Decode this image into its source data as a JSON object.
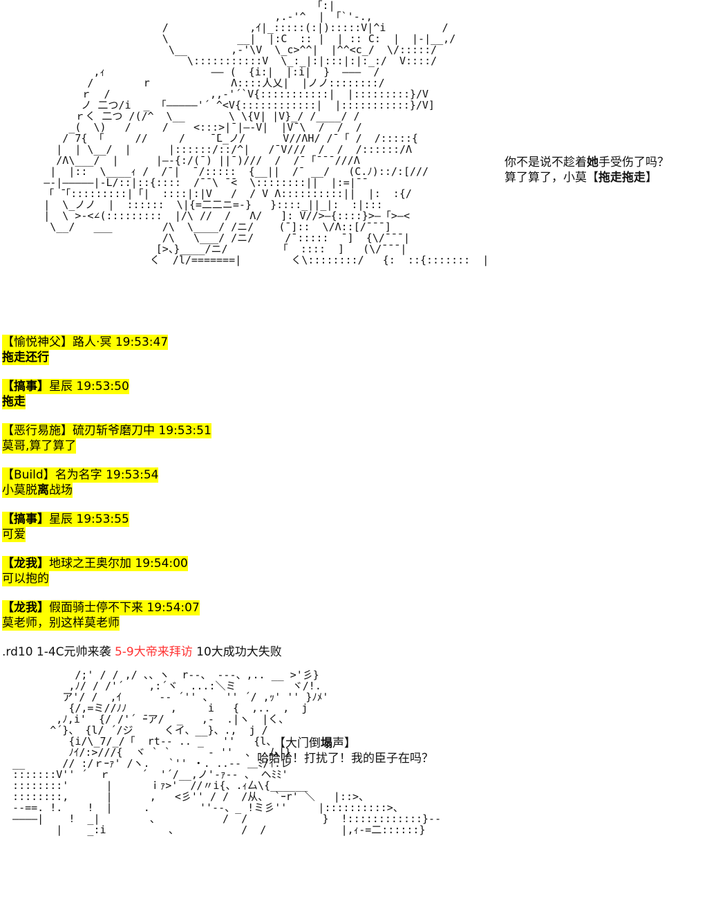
{
  "aa_top": "                                                  「:|\n                                            ,.‐'^  | 「`'‐.,\n                          /             ,ｲ|_:::::(:|):::::V|^i         /\n                          \\           __|  |:C  :: |  | :: C:  |  |-|__,/\n                           \\__       ,-'\\V  \\_c>^^|  |^^<c_/  \\/:::::/\n                              \\:::::::::::V  \\_:_|:|:::|:|:_:/  V::::/\n               ,ｨ                 ―― (  {i:|  |:i|  }  ―――  /\n              /        r             Λ::::人乂|  |ノノ::::::::/\n             ｒ  /                ,,‐'´`V{:::::::::::|  |:::::::::}/V\n             ノ 二つ/i  _ 「―――――'´ ^<V{::::::::::::|  |:::::::::::}/V]\n            ｒく 二つ /(/^  \\__       \\ \\{V| |V}_/ /____/ /\n           _(  \\)   /     /    <:::>|¯|―‐V|  |V¯\\  /  /  /\n          / 7{ 「     //     /    ̄ ̄L_ノ/      V//ΛH/ /¯「 /  /:::::{\n         |  | \\__/  |      |::::::/::/^|   /¯V///  /  /  /::::::/Λ\n         /Λ\\___/  |      |―‐{:/(¯) ||¯)///  /  /¯「¯¯¯///Λ\n        |  |::  \\____ｨ /  /¯|  ̄ /:::::  {__||  /¯ __/   (C.ﾉ)::/:[///\n       ―‐|―――――|-L/::|::{::::  /¯¯\\ ̄ ̄<  \\::::::::||  |:=|¯¯\n       「 ̄「:::::::::|「|  ::::|:|V   /  / V Λ::::::::::||  |:  :{/\n       |  \\_ノノ  |  ::::::  \\|{=二二ニ=-}   }::::_||_|:  :|:::\n       |  \\ >-<∠(:::::::::  |/\\ //  /   Λ/   ]: V//>―{::::}>―「>―<\n        \\__/   ___        /\\  \\____/ /ニ/    (¯]::  \\/Λ::[/¯¯¯]\n                          /\\   \\___/ /ニ/     /¯:::::  ¯]  {\\/¯¯¯|\n                         [>、}____/ニ/        「  ::::  ]   (\\/¯¯¯|\n                        く  /l/=======|        く\\::::::::/   {:  ::{:::::::  |",
  "aa_bottom": "            /;' / / ,/ 、、ヽ  r‐-、 ‐‐-、,.. __ >'彡}\n           ,ﾉ/ / /'´    ,:´ヾ  ...:＼ミ         ヾ/!.\n          ア'/ /  ,ｲ      -‐ ´'' 、  '' ´/ ,ｯ' '' }ﾉﾒ'\n           {/,=ミ//ﾉﾉ       ,     i   {  ,..  ,  j\n         ,ﾉ,i'  {/ /'´ ̄ｰア/  _   ,-  .|ヽ  |く、\n        ^´}、 {l/ ´/ジ     くイ、__}、.,  j /  \n           {i/\\_7/_/「  rt‐‐ .. _   ''   {l、\n           ﾉｲ/:>///{  ヾ ` `      ‐ ''  、  ム|}\n  __      // :/ｒｰｧ' /ヽ.   `'' ・. ..-- ＿ﾐ/ｲ.レ\n  :::::::V'' ´  ｒ     ´  '´/__,ノ'‐ｧ‐- 、 ヘﾐﾐ'\n  ::::::::'      |      ｉｧ>'  //〃i{、.ｨ厶\\{______\n  ::::::::,      |      ,   <彡'' / /  /从、 `ｰr' ＼   |::>、\n  -‐==. !.    !  |     .        ''‐-、_ !ミ彡''     |::::::::::>、\n  ――――|    !  _|        、          /  /            }  !::::::::::::}‐‐ ‐‐‐‐‐   ..    ..\n         |    _:i          、          /  /            |,ｨ‐=二::::::}     ..",
  "speech_top": {
    "line1_a": "你不是说不趁着",
    "line1_b": "她",
    "line1_c": "手受伤了吗？",
    "line2_a": "算了算了，小莫【",
    "line2_b": "拖走拖走",
    "line2_c": "】"
  },
  "chat": [
    {
      "tag": "【愉悦神父】",
      "tag_bold": false,
      "name": "路人·冥",
      "time": "19:53:47",
      "message": "拖走还行",
      "msg_bold": true
    },
    {
      "tag": "【搞事】",
      "tag_bold": true,
      "name": "星辰",
      "time": "19:53:50",
      "message": "拖走",
      "msg_bold": true
    },
    {
      "tag": "【恶行易施】",
      "tag_bold": false,
      "name": "硫刃斩爷磨刀中",
      "time": "19:53:51",
      "message": "莫哥,算了算了",
      "msg_bold": false
    },
    {
      "tag": "【Build】",
      "tag_bold": false,
      "name": "名为名字",
      "time": "19:53:54",
      "message_a": "小莫脱",
      "message_b": "离",
      "message_c": "战场",
      "split": true
    },
    {
      "tag": "【搞事】",
      "tag_bold": true,
      "name": "星辰",
      "time": "19:53:55",
      "message": "可爱",
      "msg_bold": false
    },
    {
      "tag": "【龙我】",
      "tag_bold": true,
      "name": "地球之王奥尔加",
      "time": "19:54:00",
      "message": "可以抱的",
      "msg_bold": false
    },
    {
      "tag": "【龙我】",
      "tag_bold": true,
      "name": "假面骑士停不下来",
      "time": "19:54:07",
      "message": "莫老师，别这样莫老师",
      "msg_bold": false
    }
  ],
  "footer": {
    "prefix": ".rd10 1-4C元帅来袭 ",
    "highlight": "5-9大帝来拜访",
    "suffix": " 10大成功大失败",
    "highlight_color": "#ff3333"
  },
  "speech_bottom": {
    "line1_a": "【大门倒",
    "line1_b": "塌",
    "line1_c": "声】",
    "line2": "哈哈哈！打扰了！我的臣子在吗？"
  },
  "colors": {
    "highlight": "#ffff00",
    "text": "#111111"
  }
}
